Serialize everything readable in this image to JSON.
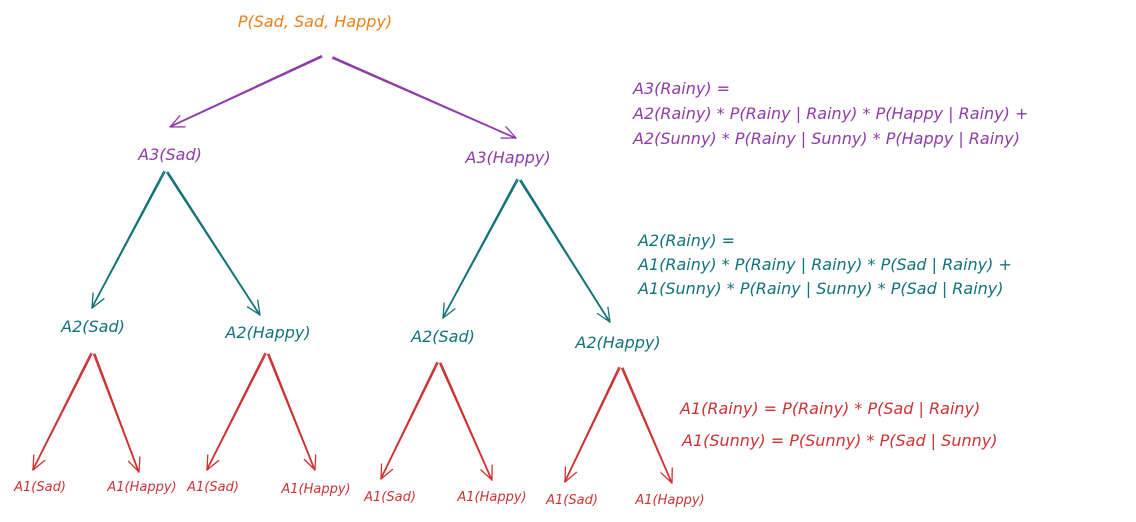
{
  "colors": {
    "root": "#e8811a",
    "level3": "#8e3ca8",
    "level2": "#12727a",
    "level1": "#cc3333"
  },
  "tree": {
    "root": "P(Sad, Sad, Happy)",
    "level3": [
      "A3(Sad)",
      "A3(Happy)"
    ],
    "level2": [
      "A2(Sad)",
      "A2(Happy)",
      "A2(Sad)",
      "A2(Happy)"
    ],
    "level1": [
      "A1(Sad)",
      "A1(Happy)",
      "A1(Sad)",
      "A1(Happy)",
      "A1(Sad)",
      "A1(Happy)",
      "A1(Sad)",
      "A1(Happy)"
    ]
  },
  "formulas": {
    "a3": [
      "A3(Rainy) =",
      "A2(Rainy) * P(Rainy | Rainy) * P(Happy | Rainy) +",
      "A2(Sunny) * P(Rainy | Sunny) * P(Happy | Rainy)"
    ],
    "a2": [
      "A2(Rainy) =",
      "A1(Rainy) * P(Rainy | Rainy) * P(Sad | Rainy) +",
      "A1(Sunny) * P(Rainy | Sunny) * P(Sad | Rainy)"
    ],
    "a1": [
      "A1(Rainy) = P(Rainy) * P(Sad | Rainy)",
      "A1(Sunny) = P(Sunny) * P(Sad | Sunny)"
    ]
  }
}
